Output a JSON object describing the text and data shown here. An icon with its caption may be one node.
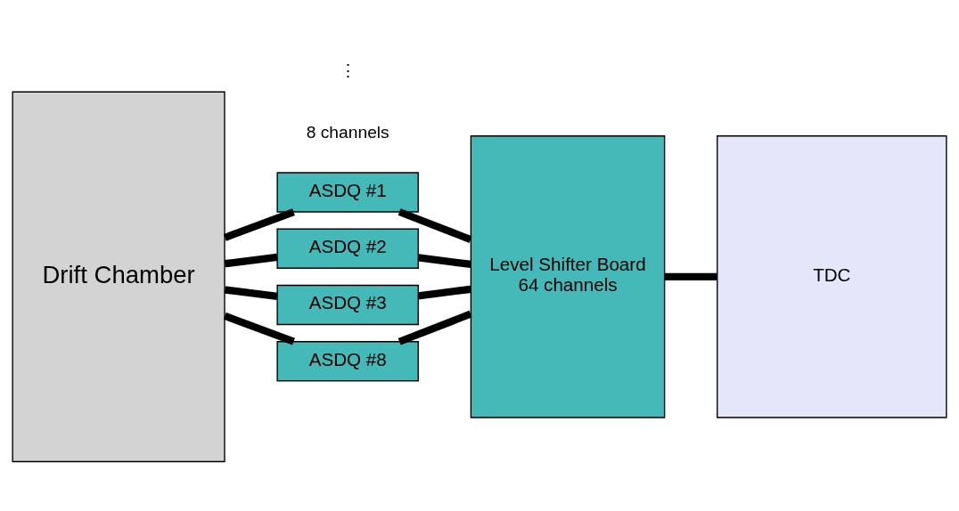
{
  "diagram": {
    "nodes": [
      {
        "text": [
          "Drift Chamber"
        ]
      },
      {
        "text": [
          "ASDQ #1"
        ]
      },
      {
        "text": [
          "ASDQ #2"
        ]
      },
      {
        "text": [
          "ASDQ #3"
        ]
      },
      {
        "text": [
          "ASDQ #8"
        ]
      },
      {
        "text": [
          "Level Shifter Board",
          "64 channels"
        ]
      },
      {
        "text": [
          "TDC"
        ]
      }
    ],
    "edges": [
      {
        "from": 0,
        "to": 1,
        "arrow": "none"
      },
      {
        "from": 0,
        "to": 2,
        "arrow": "none"
      },
      {
        "from": 0,
        "to": 3,
        "arrow": "none"
      },
      {
        "from": 0,
        "to": 4,
        "arrow": "none"
      },
      {
        "from": 1,
        "to": 5,
        "arrow": "none"
      },
      {
        "from": 2,
        "to": 5,
        "arrow": "none"
      },
      {
        "from": 3,
        "to": 5,
        "arrow": "none"
      },
      {
        "from": 4,
        "to": 5,
        "arrow": "none"
      },
      {
        "from": 5,
        "to": 6,
        "arrow": "none"
      }
    ],
    "labels": [
      "8 channels",
      "⋮"
    ]
  }
}
